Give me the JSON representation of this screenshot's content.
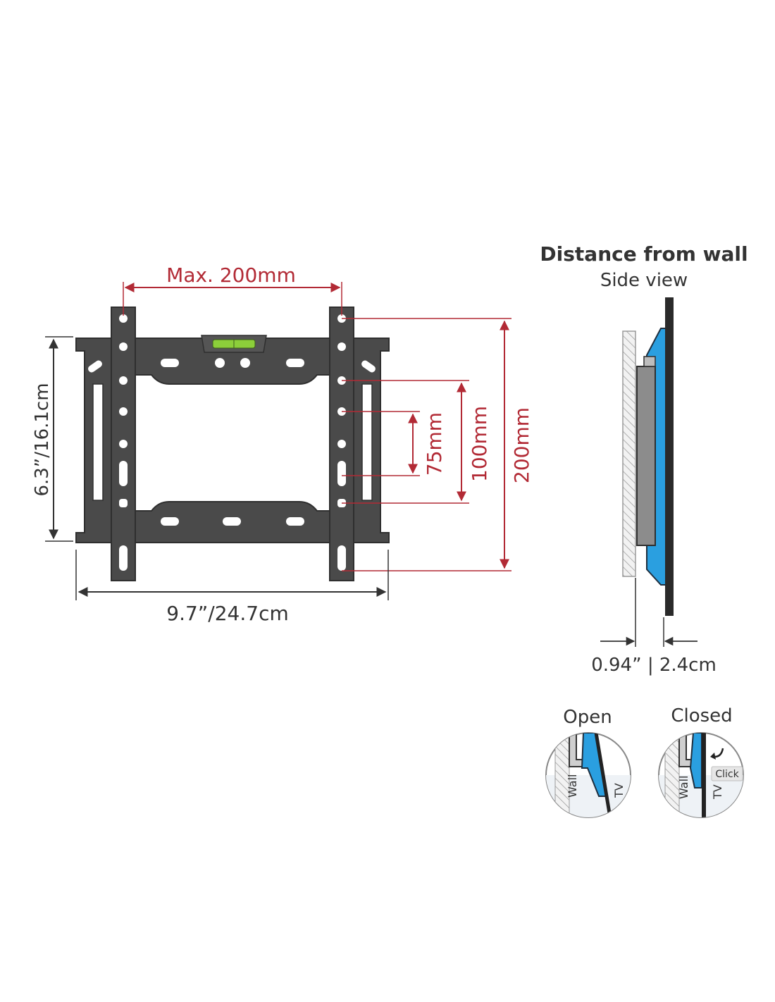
{
  "front": {
    "max_width_label": "Max. 200mm",
    "height_label": "6.3”/16.1cm",
    "width_label": "9.7”/24.7cm",
    "vesa_75_label": "75mm",
    "vesa_100_label": "100mm",
    "vesa_200_label": "200mm"
  },
  "side": {
    "title": "Distance from wall",
    "subtitle": "Side view",
    "distance_label": "0.94” | 2.4cm"
  },
  "lock": {
    "open_label": "Open",
    "closed_label": "Closed",
    "wall_label": "Wall",
    "tv_label": "TV",
    "click_label": "Click"
  },
  "colors": {
    "dimension": "#b22a35",
    "bracket": "#4a4a4a",
    "bracket_outline": "#2f2f2f",
    "plate": "#2a9fe0",
    "text": "#333333",
    "level_bubble": "#8ccf3a"
  }
}
